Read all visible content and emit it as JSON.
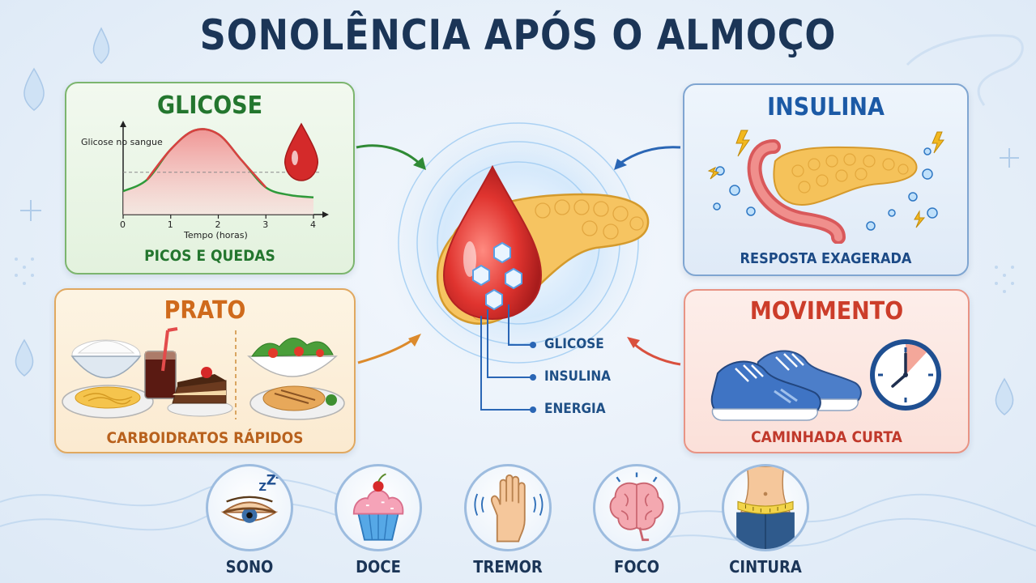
{
  "title": "SONOLÊNCIA APÓS O ALMOÇO",
  "glicose": {
    "title": "GLICOSE",
    "caption": "PICOS E QUEDAS",
    "chart_data": {
      "type": "area",
      "ylabel": "Glicose no sangue",
      "xlabel": "Tempo (horas)",
      "x_ticks": [
        "0",
        "1",
        "2",
        "3",
        "4"
      ],
      "xlim": [
        0,
        4
      ],
      "x": [
        0,
        0.5,
        1,
        1.5,
        2,
        2.5,
        3,
        3.5,
        4
      ],
      "y": [
        0.2,
        0.35,
        0.75,
        1.0,
        0.95,
        0.6,
        0.25,
        0.15,
        0.12
      ],
      "baseline": 0.45
    }
  },
  "insulina": {
    "title": "INSULINA",
    "caption": "RESPOSTA EXAGERADA"
  },
  "prato": {
    "title": "PRATO",
    "caption": "CARBOIDRATOS RÁPIDOS"
  },
  "movimento": {
    "title": "MOVIMENTO",
    "caption": "CAMINHADA CURTA"
  },
  "center": {
    "labels": [
      "GLICOSE",
      "INSULINA",
      "ENERGIA"
    ]
  },
  "symptoms": [
    {
      "label": "SONO",
      "icon": "sleepy-eye-icon"
    },
    {
      "label": "DOCE",
      "icon": "cupcake-icon"
    },
    {
      "label": "TREMOR",
      "icon": "shaking-hand-icon"
    },
    {
      "label": "FOCO",
      "icon": "brain-icon"
    },
    {
      "label": "CINTURA",
      "icon": "waist-measure-icon"
    }
  ],
  "colors": {
    "title": "#1b3557",
    "glicose": "#23762e",
    "insulina": "#1c5aa6",
    "prato": "#cf6a1c",
    "movimento": "#cc3d2a"
  }
}
